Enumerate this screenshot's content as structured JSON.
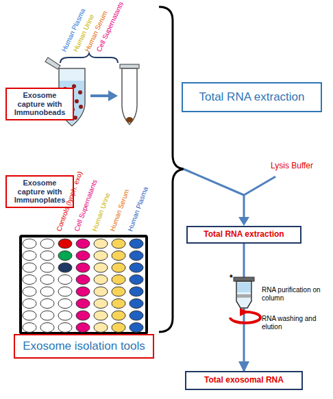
{
  "diagram": {
    "nodes": [
      {
        "text": [
          "Exosome capture with Immunobeads"
        ]
      },
      {
        "text": [
          "Total RNA extraction"
        ]
      },
      {
        "text": [
          "Exosome capture with Immunoplates"
        ]
      },
      {
        "text": [
          "Total RNA extraction"
        ]
      },
      {
        "text": [
          "Total exosomal RNA"
        ]
      },
      {
        "text": [
          "Exosome isolation tools"
        ]
      }
    ],
    "edges": [
      {
        "from": 3,
        "to": 4,
        "arrow": "to"
      }
    ],
    "labels": [
      "Human Plasma",
      "Human Urine",
      "Human Serum",
      "Cell Supernatants",
      "Controls (lyoph. exo)",
      "Cell Supernatants",
      "Human Urine",
      "Human Serum",
      "Human Plasma",
      "Lysis Buffer",
      "*",
      "RNA purification on column",
      "RNA washing and elution"
    ]
  }
}
